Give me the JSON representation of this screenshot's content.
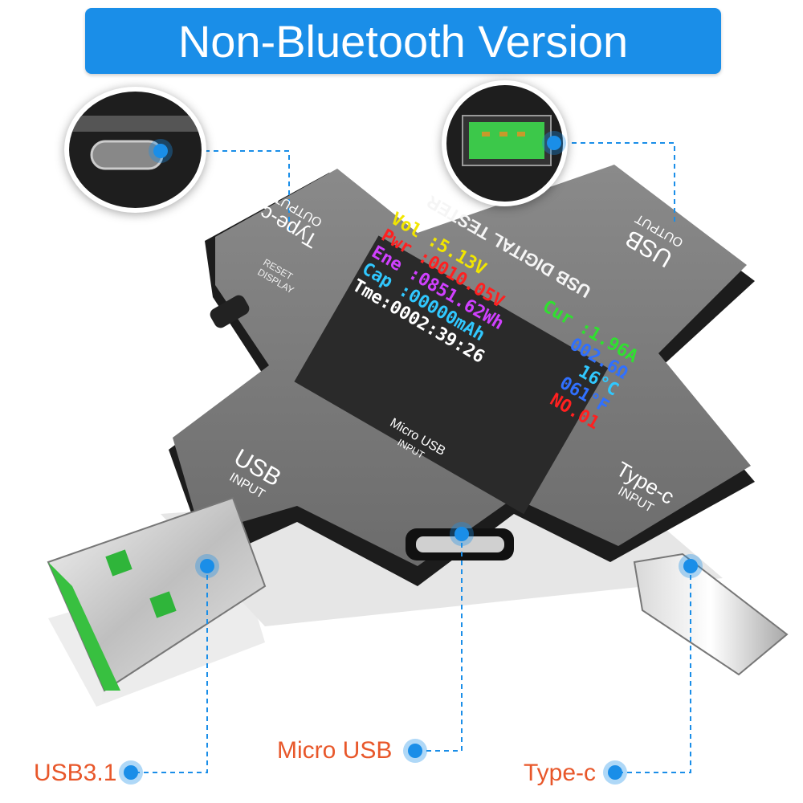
{
  "banner": {
    "title": "Non-Bluetooth Version"
  },
  "device": {
    "brand": "USB DIGITAL TESTER",
    "labels": {
      "typec_output": "Type-c",
      "typec_output_dir": "OUTPUT",
      "usb_output": "USB",
      "usb_output_dir": "OUTPUT",
      "usb_input": "USB",
      "usb_input_dir": "INPUT",
      "typec_input": "Type-c",
      "typec_input_dir": "INPUT",
      "micro_input": "Micro USB",
      "micro_input_dir": "INPUT",
      "reset": "RESET",
      "display": "DISPLAY"
    },
    "screen": {
      "vol": "Vol :5.13V",
      "pwr": "Pwr :0010.05V",
      "ene": "Ene :0851.62Wh",
      "cap": "Cap :00000mAh",
      "tme": "Tme:0002:39:26",
      "cur": "Cur :1.96A",
      "res": "002.6Ω",
      "temp_c": "16°C",
      "temp_f": "061°F",
      "no": "NO.01"
    },
    "screen_colors": {
      "vol": "#f2e600",
      "pwr": "#ff2020",
      "ene": "#d040ff",
      "cap": "#30c8ff",
      "tme": "#ffffff",
      "cur": "#30e030",
      "res": "#3070ff",
      "temp_c": "#30c8ff",
      "temp_f": "#3070ff",
      "no": "#ff2020"
    }
  },
  "callouts": {
    "usb31": "USB3.1",
    "micro": "Micro USB",
    "typec": "Type-c"
  },
  "colors": {
    "accent": "#1a8ee8",
    "label": "#e8572a"
  }
}
